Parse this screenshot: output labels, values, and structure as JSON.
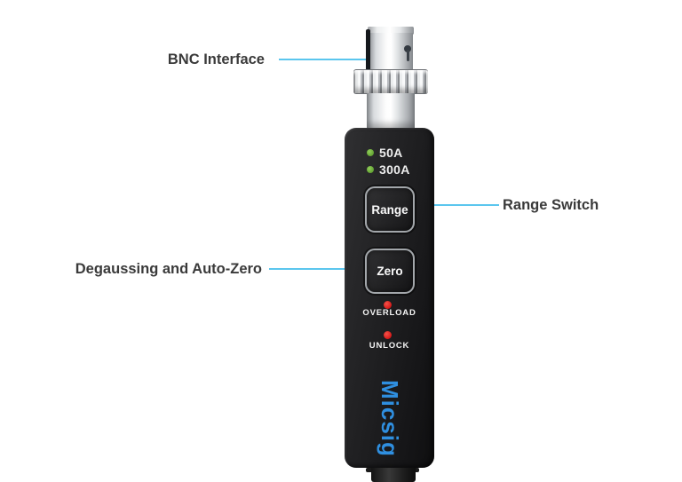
{
  "annotations": {
    "bnc": "BNC Interface",
    "range": "Range Switch",
    "zero": "Degaussing and Auto-Zero"
  },
  "device": {
    "logo": "Micsig",
    "range_leds": [
      {
        "label": "50A"
      },
      {
        "label": "300A"
      }
    ],
    "buttons": {
      "range": "Range",
      "zero": "Zero"
    },
    "status_leds": [
      {
        "label": "OVERLOAD"
      },
      {
        "label": "UNLOCK"
      }
    ]
  },
  "colors": {
    "leader-line": "#5bc6ee",
    "leader-dot": "#1f8fd6",
    "label-text": "#3a3a3a",
    "led-green": "#67b03a",
    "led-red": "#e31d1d",
    "logo-blue": "#2f8fe0",
    "body-black": "#1f1f1f"
  }
}
